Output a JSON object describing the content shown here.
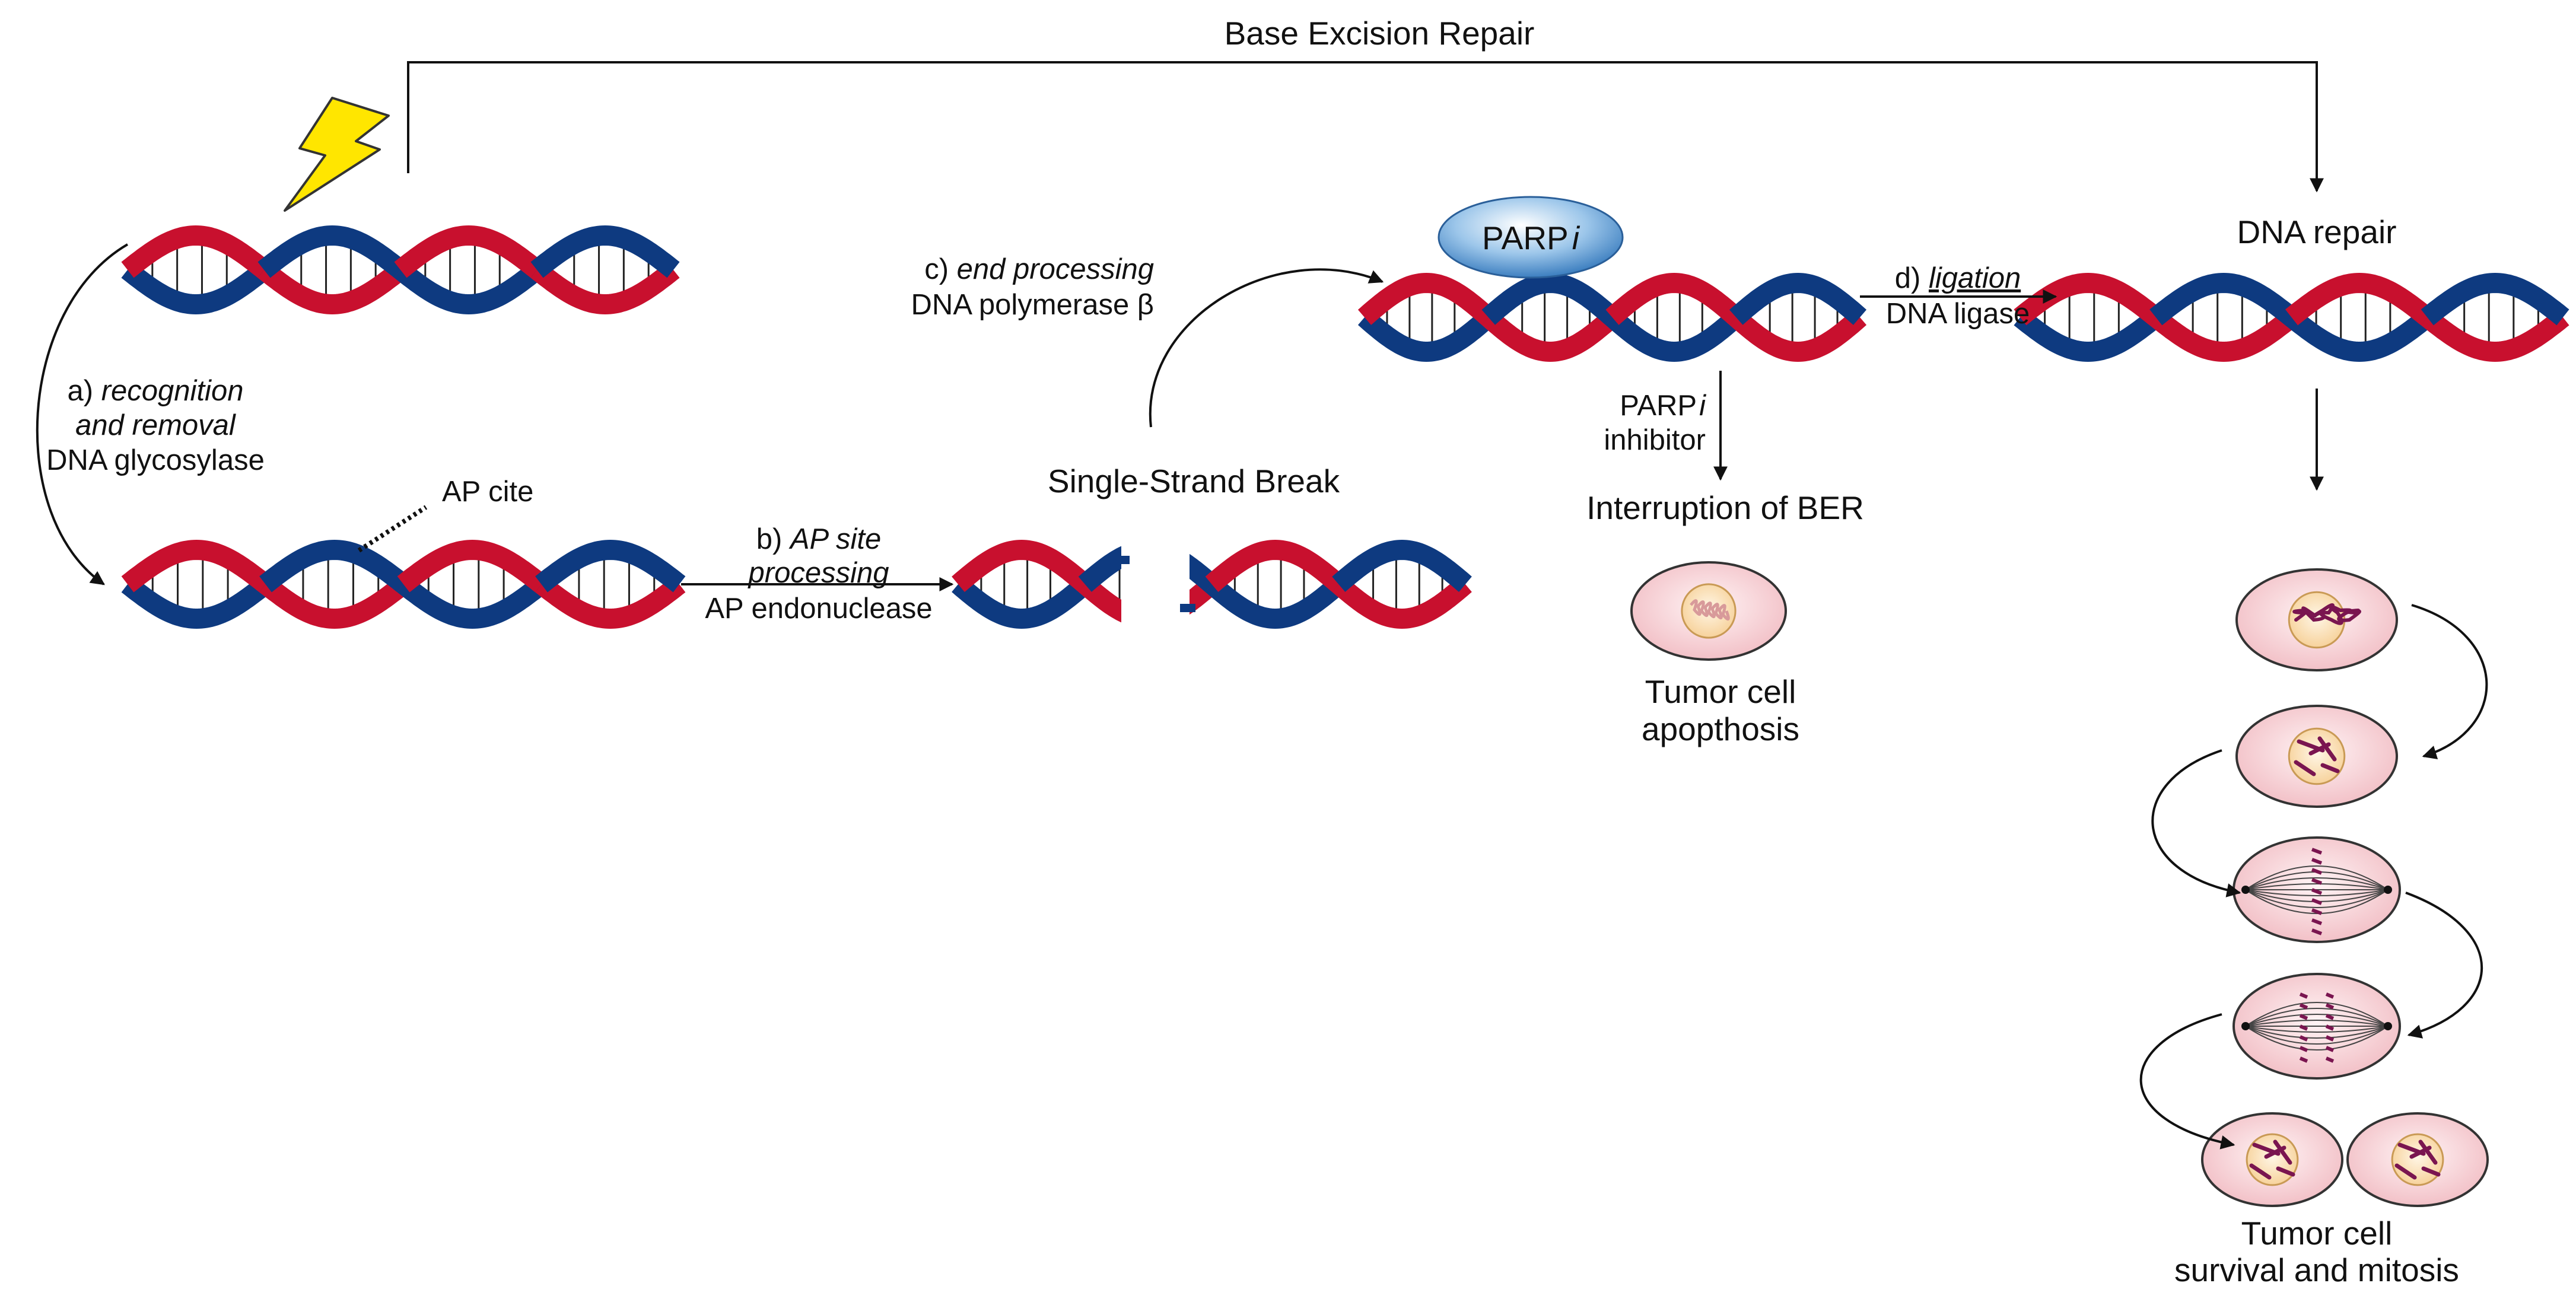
{
  "title": "Base Excision Repair",
  "labels": {
    "step_a_prefix": "a) ",
    "step_a_italic_1": "recognition",
    "step_a_italic_2": "and removal",
    "step_a_enzyme": "DNA glycosylase",
    "ap_cite": "AP cite",
    "step_b_prefix": "b) ",
    "step_b_italic_1": "AP site",
    "step_b_italic_2": "processing",
    "step_b_enzyme": "AP endonuclease",
    "ssb": "Single-Strand Break",
    "step_c_prefix": "c) ",
    "step_c_italic": "end processing",
    "step_c_enzyme": "DNA polymerase β",
    "parp_main": "PARP",
    "parp_i": "i",
    "inhibitor_line1_main": "PARP",
    "inhibitor_line1_i": "i",
    "inhibitor_line2": "inhibitor",
    "interruption": "Interruption of BER",
    "apoptosis_1": "Tumor cell",
    "apoptosis_2": "apopthosis",
    "step_d_prefix": "d) ",
    "step_d_italic": "ligation",
    "step_d_enzyme": "DNA ligase",
    "dna_repair": "DNA repair",
    "survival_1": "Tumor cell",
    "survival_2": "survival and mitosis"
  },
  "colors": {
    "strand_red": "#C8102E",
    "strand_blue": "#0E3A80",
    "lightning": "#FFE600",
    "parp_blob": "#7DB3E0",
    "cell_fill": "#F7D3D7",
    "nucleus_fill": "#FBE2B8",
    "chromosome": "#7A1550"
  },
  "icons": [
    "lightning-icon",
    "dna-helix-icon",
    "parp-inhibitor-blob",
    "cell-icon"
  ]
}
